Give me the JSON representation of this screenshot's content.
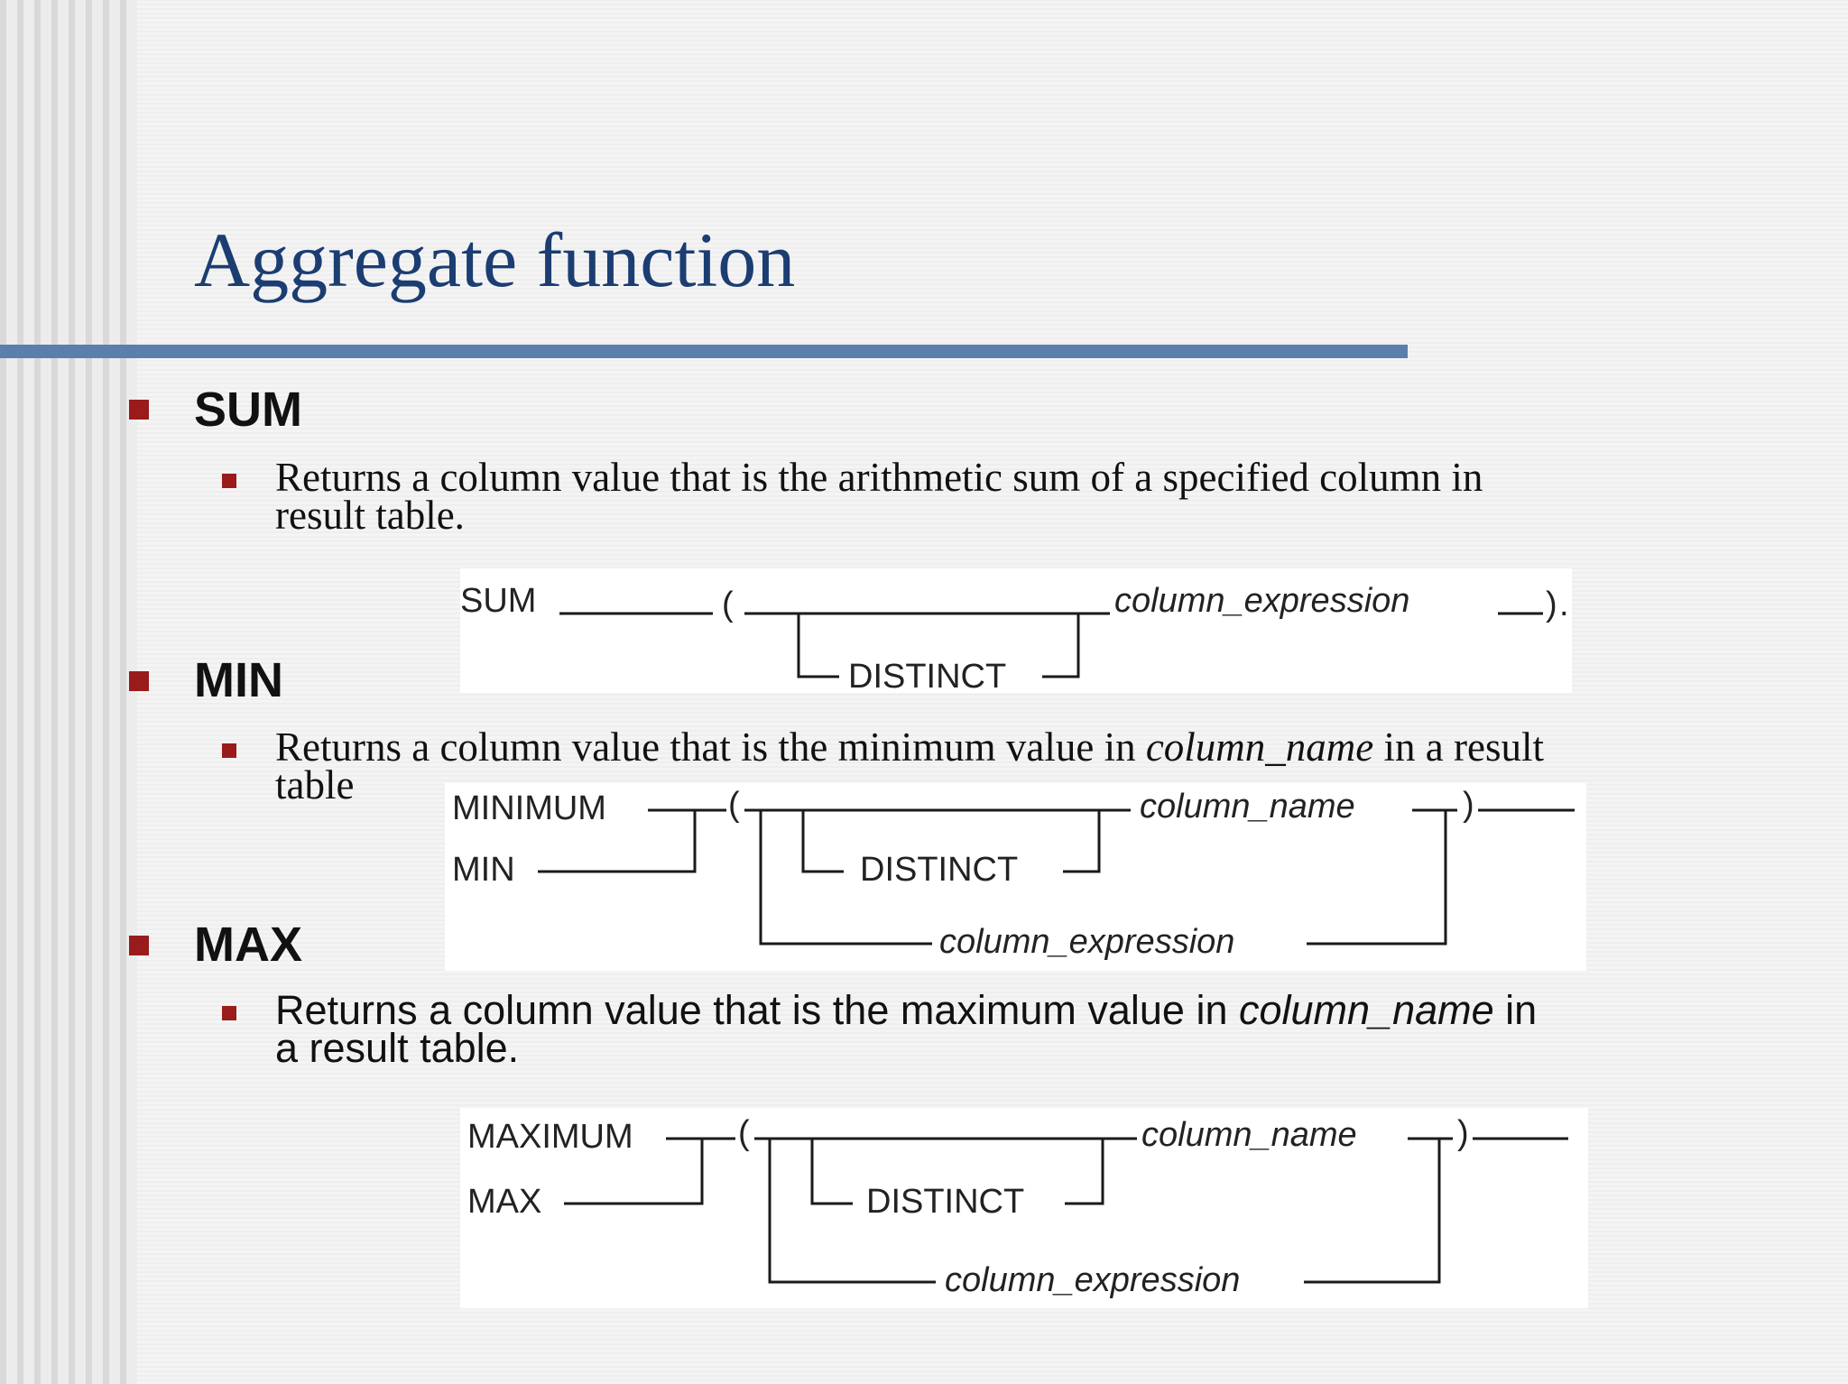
{
  "slide": {
    "title": "Aggregate function",
    "sections": [
      {
        "heading": "SUM",
        "description": "Returns a column value that is the arithmetic sum of a specified column in result table.",
        "line1": "Returns a column value that is the arithmetic sum of a specified column in",
        "line2": "result table.",
        "diagram": {
          "function": "SUM",
          "open_paren": "(",
          "distinct": "DISTINCT",
          "argument": "column_expression",
          "close_paren": ")",
          "terminator": "."
        }
      },
      {
        "heading": "MIN",
        "line1_start": "Returns a column value that is the minimum value in ",
        "line1_italic": "column_name",
        "line1_end": " in a result",
        "line2": "table",
        "diagram": {
          "function_long": "MINIMUM",
          "function_short": "MIN",
          "open_paren": "(",
          "distinct": "DISTINCT",
          "argument_name": "column_name",
          "argument_expression": "column_expression",
          "close_paren": ")"
        }
      },
      {
        "heading": "MAX",
        "line1_start": "Returns a column value that is the maximum value in ",
        "line1_italic": "column_name",
        "line1_end": " in",
        "line2": "a result table.",
        "diagram": {
          "function_long": "MAXIMUM",
          "function_short": "MAX",
          "open_paren": "(",
          "distinct": "DISTINCT",
          "argument_name": "column_name",
          "argument_expression": "column_expression",
          "close_paren": ")"
        }
      }
    ],
    "colors": {
      "title": "#1b3d72",
      "rule": "#5b7fad",
      "bullet": "#9a1b1b"
    }
  }
}
